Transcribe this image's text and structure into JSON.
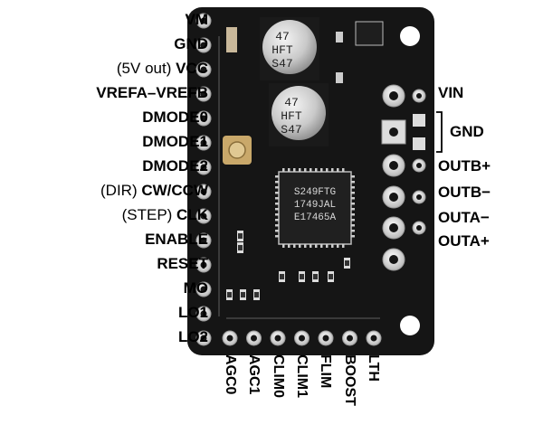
{
  "board": {
    "left_pins": [
      {
        "prefix": "",
        "label": "VM"
      },
      {
        "prefix": "",
        "label": "GND"
      },
      {
        "prefix": "(5V out) ",
        "label": "VCC"
      },
      {
        "prefix": "",
        "label": "VREFA–VREFB"
      },
      {
        "prefix": "",
        "label": "DMODE0"
      },
      {
        "prefix": "",
        "label": "DMODE1"
      },
      {
        "prefix": "",
        "label": "DMODE2"
      },
      {
        "prefix": "(DIR) ",
        "label": "CW/CCW"
      },
      {
        "prefix": "(STEP) ",
        "label": "CLK"
      },
      {
        "prefix": "",
        "label": "ENABLE"
      },
      {
        "prefix": "",
        "label": "RESET"
      },
      {
        "prefix": "",
        "label": "MO"
      },
      {
        "prefix": "",
        "label": "LO1"
      },
      {
        "prefix": "",
        "label": "LO2"
      }
    ],
    "right_pins": [
      {
        "label": "VIN"
      },
      {
        "label": "GND"
      },
      {
        "label": "OUTB+"
      },
      {
        "label": "OUTB−"
      },
      {
        "label": "OUTA−"
      },
      {
        "label": "OUTA+"
      }
    ],
    "bottom_pins": [
      {
        "label": "AGC0"
      },
      {
        "label": "AGC1"
      },
      {
        "label": "CLIM0"
      },
      {
        "label": "CLIM1"
      },
      {
        "label": "FLIM"
      },
      {
        "label": "BOOST"
      },
      {
        "label": "LTH"
      }
    ],
    "capacitors": [
      {
        "line1": "47",
        "line2": "HFT",
        "line3": "S47"
      },
      {
        "line1": "47",
        "line2": "HFT",
        "line3": "S47"
      }
    ],
    "chip": {
      "line1": "S249FTG",
      "line2": "1749JAL",
      "line3": "E17465A"
    },
    "colors": {
      "pcb": "#141414",
      "pad": "#d8d8d8",
      "silk": "#e8e8e8"
    }
  }
}
